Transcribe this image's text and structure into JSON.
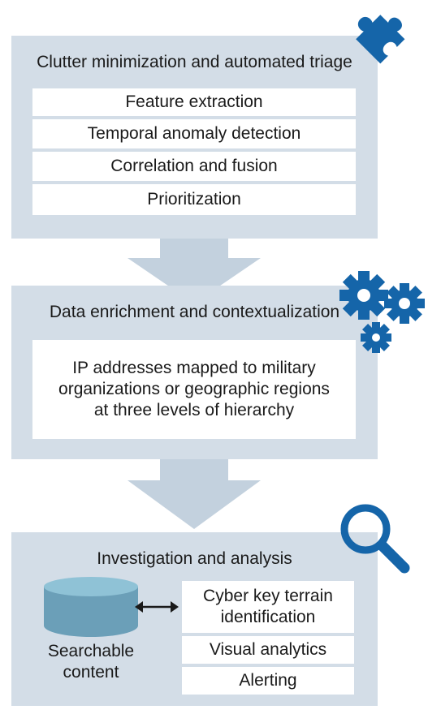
{
  "stage1": {
    "title": "Clutter minimization and automated triage",
    "steps": [
      "Feature extraction",
      "Temporal anomaly detection",
      "Correlation and fusion",
      "Prioritization"
    ]
  },
  "stage2": {
    "title": "Data enrichment and contextualization",
    "description": [
      "IP addresses mapped to military",
      "organizations or geographic regions",
      "at three levels of hierarchy"
    ]
  },
  "stage3": {
    "title": "Investigation and analysis",
    "database_label": [
      "Searchable",
      "content"
    ],
    "outputs": {
      "item1": [
        "Cyber key terrain",
        "identification"
      ],
      "item2": "Visual analytics",
      "item3": "Alerting"
    }
  },
  "icons": {
    "stage1": "puzzle-piece-icon",
    "stage2": "gears-icon",
    "stage3": "magnifying-glass-icon",
    "database": "database-cylinder-icon",
    "link": "double-headed-arrow-icon"
  },
  "colors": {
    "panel": "#d3dde7",
    "arrow": "#c3d1de",
    "icon": "#1565a9",
    "database": "#6b9fb8"
  }
}
